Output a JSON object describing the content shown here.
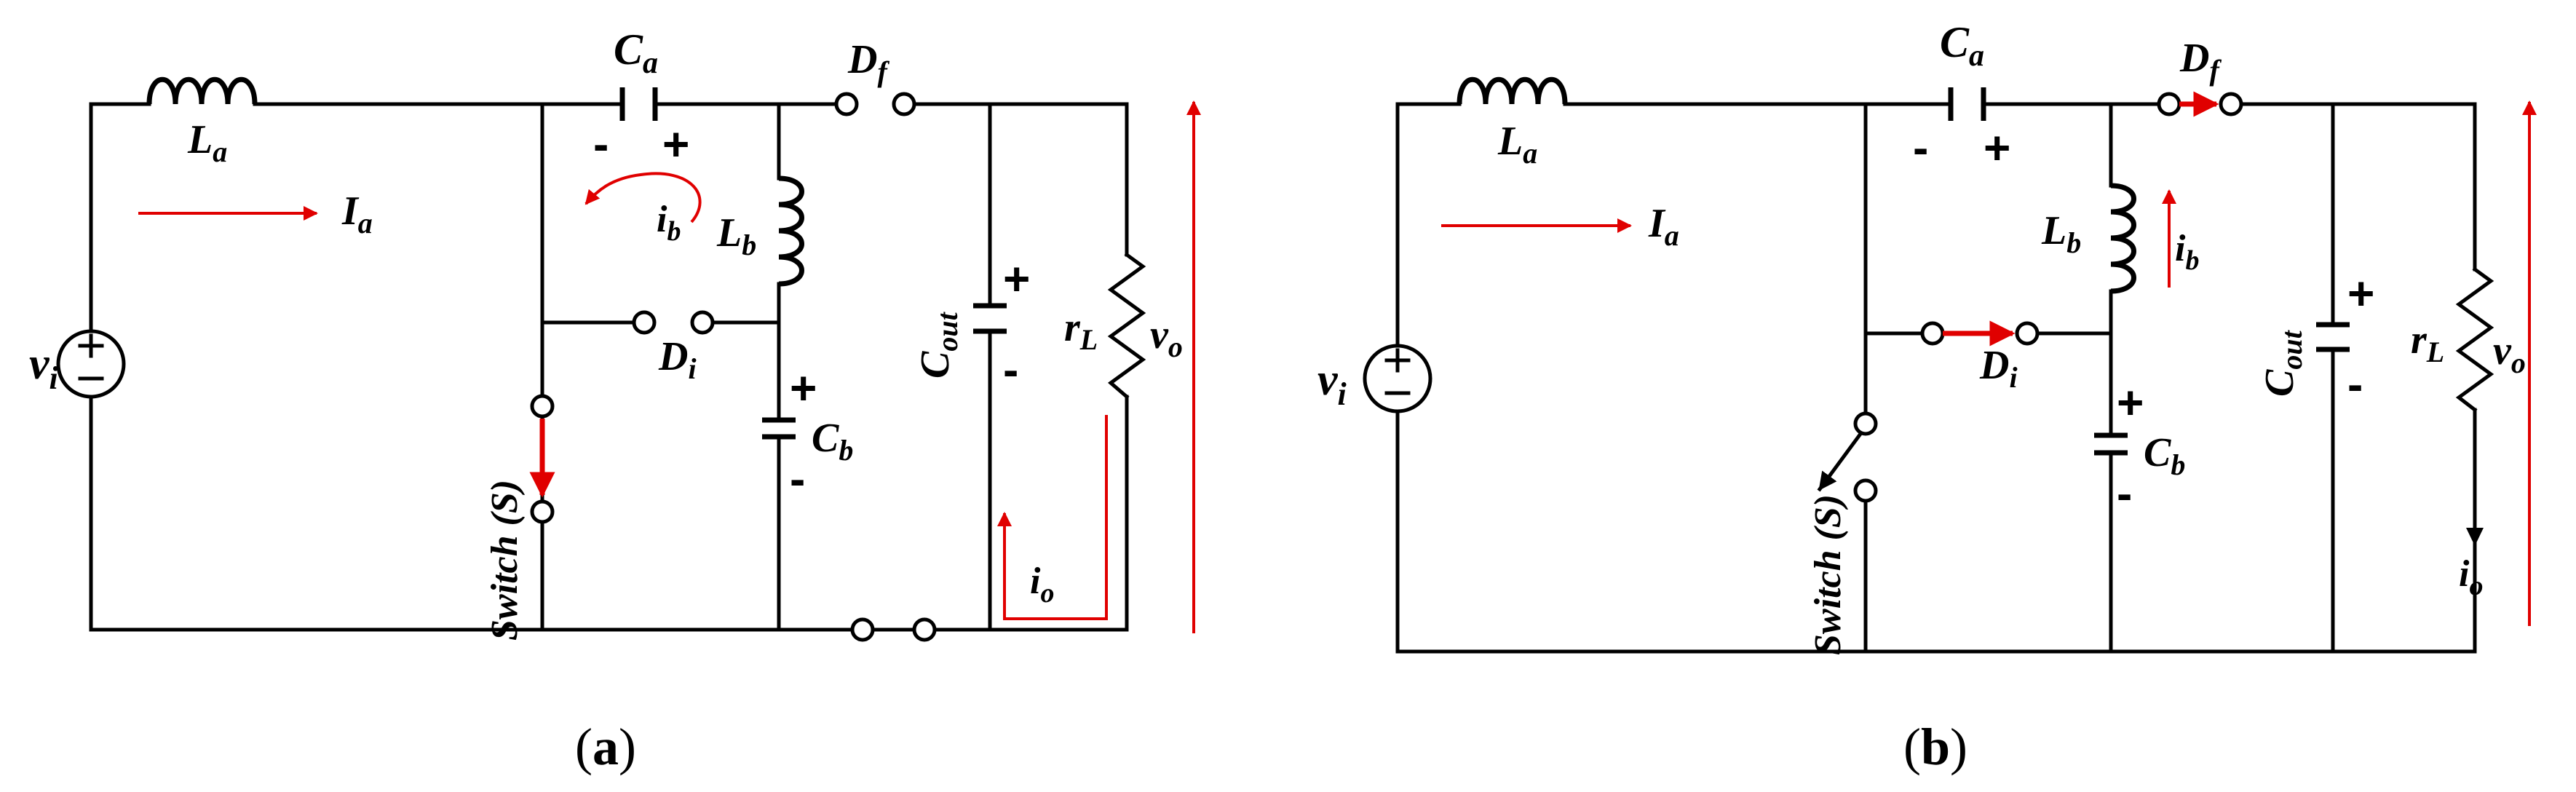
{
  "colors": {
    "wire": "#000000",
    "current_arrow": "#e00000",
    "background": "#ffffff"
  },
  "panels": [
    {
      "caption": {
        "open": "(",
        "letter": "a",
        "close": ")"
      },
      "labels": {
        "La": {
          "main": "L",
          "sub": "a"
        },
        "Ca": {
          "main": "C",
          "sub": "a"
        },
        "Df": {
          "main": "D",
          "sub": "f"
        },
        "Ia": {
          "main": "I",
          "sub": "a"
        },
        "ib": {
          "main": "i",
          "sub": "b"
        },
        "Lb": {
          "main": "L",
          "sub": "b"
        },
        "Di": {
          "main": "D",
          "sub": "i"
        },
        "Cb": {
          "main": "C",
          "sub": "b"
        },
        "Cout": {
          "main": "C",
          "sub": "out"
        },
        "rL": {
          "main": "r",
          "sub": "L"
        },
        "vo": {
          "main": "v",
          "sub": "o"
        },
        "vi": {
          "main": "v",
          "sub": "i"
        },
        "io": {
          "main": "i",
          "sub": "o"
        },
        "switch": "Switch (S)"
      },
      "signs": {
        "plus": "+",
        "minus": "-"
      }
    },
    {
      "caption": {
        "open": "(",
        "letter": "b",
        "close": ")"
      },
      "labels": {
        "La": {
          "main": "L",
          "sub": "a"
        },
        "Ca": {
          "main": "C",
          "sub": "a"
        },
        "Df": {
          "main": "D",
          "sub": "f"
        },
        "Ia": {
          "main": "I",
          "sub": "a"
        },
        "ib": {
          "main": "i",
          "sub": "b"
        },
        "Lb": {
          "main": "L",
          "sub": "b"
        },
        "Di": {
          "main": "D",
          "sub": "i"
        },
        "Cb": {
          "main": "C",
          "sub": "b"
        },
        "Cout": {
          "main": "C",
          "sub": "out"
        },
        "rL": {
          "main": "r",
          "sub": "L"
        },
        "vo": {
          "main": "v",
          "sub": "o"
        },
        "vi": {
          "main": "v",
          "sub": "i"
        },
        "io": {
          "main": "i",
          "sub": "o"
        },
        "switch": "Switch (S)"
      },
      "signs": {
        "plus": "+",
        "minus": "-"
      }
    }
  ]
}
